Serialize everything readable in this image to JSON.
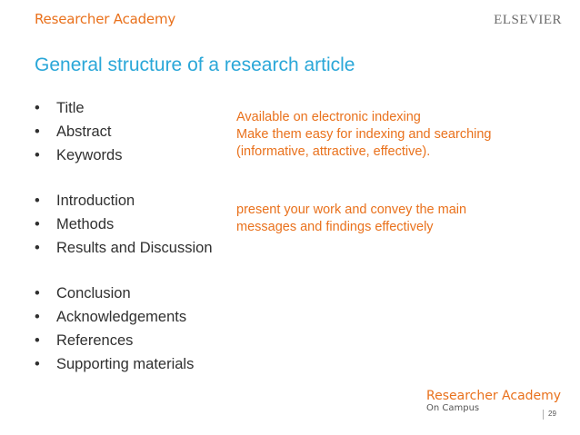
{
  "header": {
    "brand": "Researcher Academy",
    "publisher": "ELSEVIER"
  },
  "slide": {
    "title": "General structure of a research article",
    "groups": [
      {
        "items": [
          "Title",
          "Abstract",
          "Keywords"
        ]
      },
      {
        "items": [
          "Introduction",
          "Methods",
          "Results and Discussion"
        ]
      },
      {
        "items": [
          "Conclusion",
          "Acknowledgements",
          "References",
          "Supporting materials"
        ]
      }
    ],
    "notes": [
      {
        "lines": [
          "Available on electronic indexing",
          "Make them easy for indexing and searching (informative, attractive, effective)."
        ]
      },
      {
        "lines": [
          "present your work and convey the main messages and findings effectively"
        ]
      }
    ]
  },
  "footer": {
    "brand": "Researcher Academy",
    "subbrand": "On Campus",
    "page_number": "29"
  },
  "colors": {
    "accent_orange": "#e9711c",
    "title_blue": "#2aa7d8",
    "body_text": "#303030"
  },
  "bullet_glyph": "•"
}
